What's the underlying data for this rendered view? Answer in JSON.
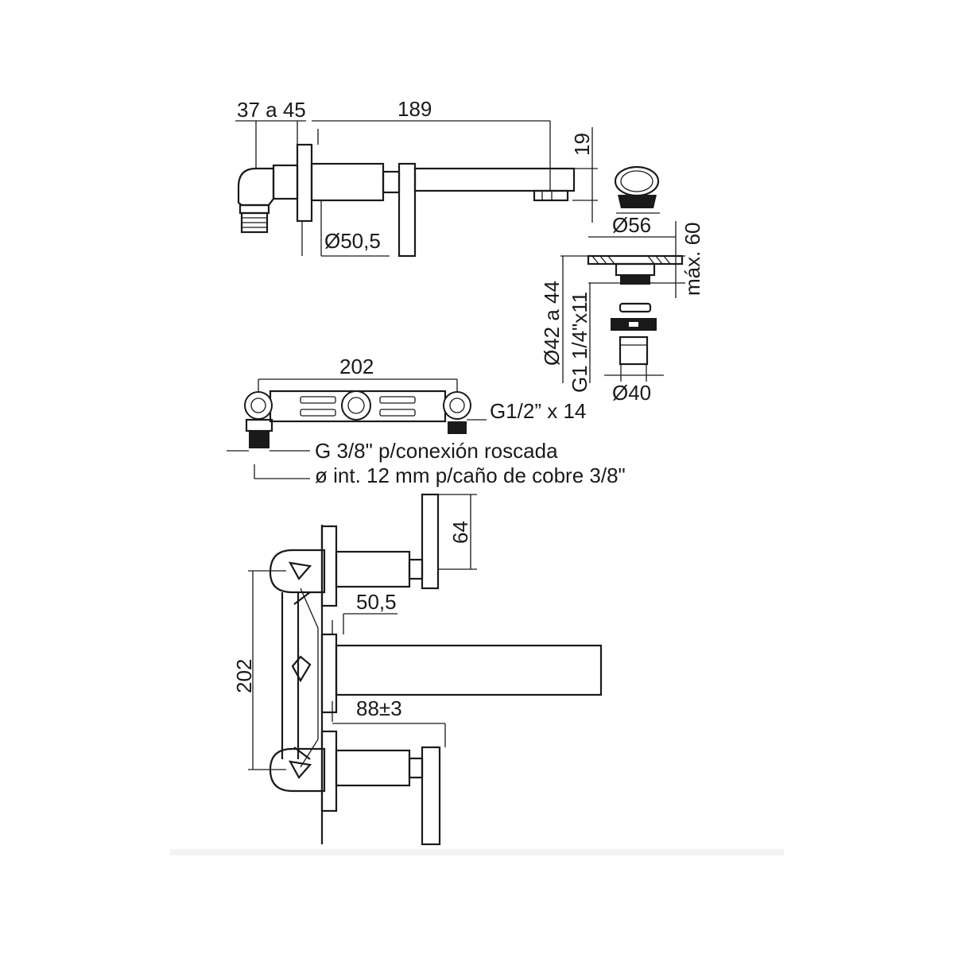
{
  "top_view": {
    "dim_37_45": "37 a 45",
    "dim_189": "189",
    "dim_19": "19",
    "dim_50_5": "Ø50,5"
  },
  "drain": {
    "dim_56": "Ø56",
    "dim_max60": "máx. 60",
    "dim_42_44": "Ø42 a 44",
    "dim_thread": "G1 1/4\"x11",
    "dim_40": "Ø40"
  },
  "body": {
    "dim_202": "202",
    "dim_g12": "G1/2” x 14",
    "note_g38": "G 3/8\" p/conexión roscada",
    "note_int12": "ø int. 12 mm p/caño de cobre 3/8\""
  },
  "front_view": {
    "dim_64": "64",
    "dim_50_5": "50,5",
    "dim_202": "202",
    "dim_88": "88±3"
  }
}
